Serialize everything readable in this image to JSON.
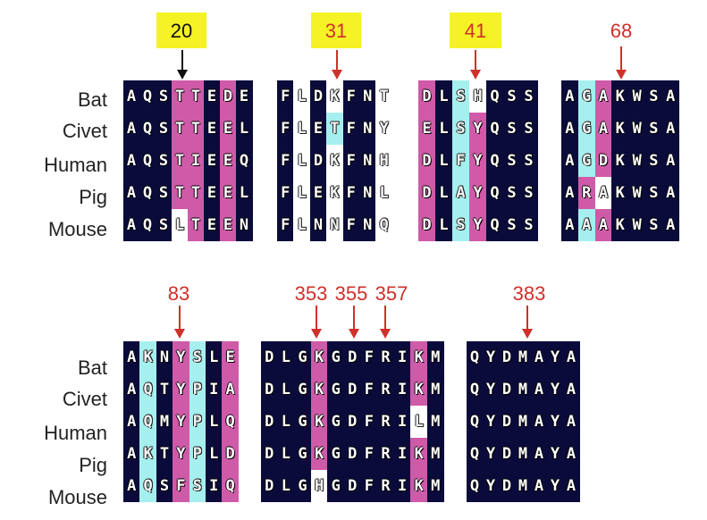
{
  "species": [
    "Bat",
    "Civet",
    "Human",
    "Pig",
    "Mouse"
  ],
  "colors": {
    "navy": "#0b0b3b",
    "pink": "#cf5aa8",
    "cyan": "#a5f0ee",
    "white": "#ffffff",
    "highlight": "#f5f226",
    "red_label": "#d0302a",
    "black_label": "#111111"
  },
  "blocks": [
    {
      "id": "block-20",
      "rows": [
        {
          "seq": "AQSTTEDE",
          "bg": "NNNPPNPN"
        },
        {
          "seq": "AQSTTEEL",
          "bg": "NNNPPNPN"
        },
        {
          "seq": "AQSTIEEQ",
          "bg": "NNNPPNPN"
        },
        {
          "seq": "AQSTTEEL",
          "bg": "NNNPPNPN"
        },
        {
          "seq": "AQSLTEEN",
          "bg": "NNNWPNPN"
        }
      ]
    },
    {
      "id": "block-31",
      "rows": [
        {
          "seq": "FLDKFNT",
          "bg": "NWNWNNW"
        },
        {
          "seq": "FLETFNY",
          "bg": "NWNCNNW"
        },
        {
          "seq": "FLDKFNH",
          "bg": "NWNWNNW"
        },
        {
          "seq": "FLEKFNL",
          "bg": "NWNWNNW"
        },
        {
          "seq": "FLNNFNQ",
          "bg": "NWNWNNW"
        }
      ]
    },
    {
      "id": "block-41",
      "rows": [
        {
          "seq": "DLSHQSS",
          "bg": "PNCWNNN"
        },
        {
          "seq": "ELSYQSS",
          "bg": "PNCPNNN"
        },
        {
          "seq": "DLFYQSS",
          "bg": "PNCPNNN"
        },
        {
          "seq": "DLAYQSS",
          "bg": "PNCPNNN"
        },
        {
          "seq": "DLSYQSS",
          "bg": "PNCPNNN"
        }
      ]
    },
    {
      "id": "block-68",
      "rows": [
        {
          "seq": "AGAKWSA",
          "bg": "NCPNNNN"
        },
        {
          "seq": "AGAKWSA",
          "bg": "NCPNNNN"
        },
        {
          "seq": "AGDKWSA",
          "bg": "NCPNNNN"
        },
        {
          "seq": "ARAKWSA",
          "bg": "NPWNNNN"
        },
        {
          "seq": "AAAKWSA",
          "bg": "NCPNNNN"
        }
      ]
    },
    {
      "id": "block-83",
      "rows": [
        {
          "seq": "AKNYSLE",
          "bg": "NCNPCNP"
        },
        {
          "seq": "AQTYPIA",
          "bg": "NCNPCNP"
        },
        {
          "seq": "AQMYPLQ",
          "bg": "NCNPCNP"
        },
        {
          "seq": "AKTYPLD",
          "bg": "NCNPCNP"
        },
        {
          "seq": "AQSFSIQ",
          "bg": "NCNPCNP"
        }
      ]
    },
    {
      "id": "block-353",
      "rows": [
        {
          "seq": "DLGKGDFRIKM",
          "bg": "NNNPNNNNNPN"
        },
        {
          "seq": "DLGKGDFRIKM",
          "bg": "NNNPNNNNNPN"
        },
        {
          "seq": "DLGKGDFRILM",
          "bg": "NNNPNNNNNWN"
        },
        {
          "seq": "DLGKGDFRIKM",
          "bg": "NNNPNNNNNPN"
        },
        {
          "seq": "DLGHGDFRIKM",
          "bg": "NNNWNNNNNPN"
        }
      ]
    },
    {
      "id": "block-383",
      "rows": [
        {
          "seq": "QYDMAYA",
          "bg": "NNNNNNN"
        },
        {
          "seq": "QYDMAYA",
          "bg": "NNNNNNN"
        },
        {
          "seq": "QYDMAYA",
          "bg": "NNNNNNN"
        },
        {
          "seq": "QYDMAYA",
          "bg": "NNNNNNN"
        },
        {
          "seq": "QYDMAYA",
          "bg": "NNNNNNN"
        }
      ]
    }
  ],
  "positions": [
    {
      "label": "20",
      "color": "black",
      "highlighted": true
    },
    {
      "label": "31",
      "color": "red",
      "highlighted": true
    },
    {
      "label": "41",
      "color": "red",
      "highlighted": true
    },
    {
      "label": "68",
      "color": "red",
      "highlighted": false
    },
    {
      "label": "83",
      "color": "red",
      "highlighted": false
    },
    {
      "label": "353",
      "color": "red",
      "highlighted": false
    },
    {
      "label": "355",
      "color": "red",
      "highlighted": false
    },
    {
      "label": "357",
      "color": "red",
      "highlighted": false
    },
    {
      "label": "383",
      "color": "red",
      "highlighted": false
    }
  ]
}
